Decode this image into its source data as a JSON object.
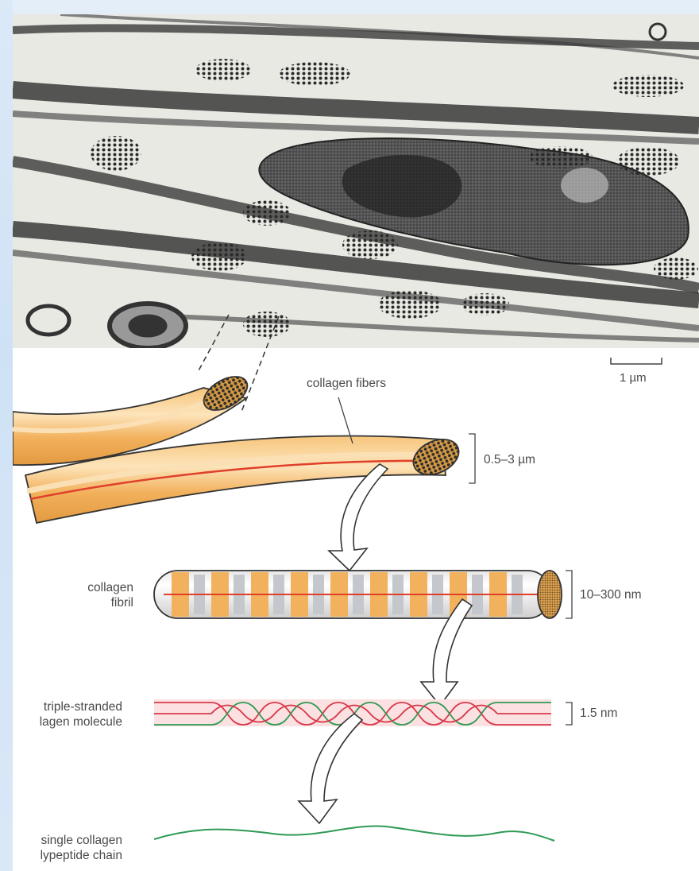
{
  "labels": {
    "collagen_fibers": "collagen fibers",
    "scale_bar": "1 µm",
    "fiber_size": "0.5–3 µm",
    "fibril_line1": "collagen",
    "fibril_line2": "fibril",
    "fibril_size": "10–300 nm",
    "molecule_line1": "triple-stranded",
    "molecule_line2": "lagen molecule",
    "molecule_size": "1.5 nm",
    "chain_line1": "single collagen",
    "chain_line2": "lypeptide chain"
  },
  "colors": {
    "fiber_orange": "#f2b15c",
    "fiber_light": "#fbd9a6",
    "core_red": "#e0402a",
    "chain_green": "#2e9a55",
    "chain_red": "#d9384a",
    "band_gray": "#c4c7cc"
  }
}
